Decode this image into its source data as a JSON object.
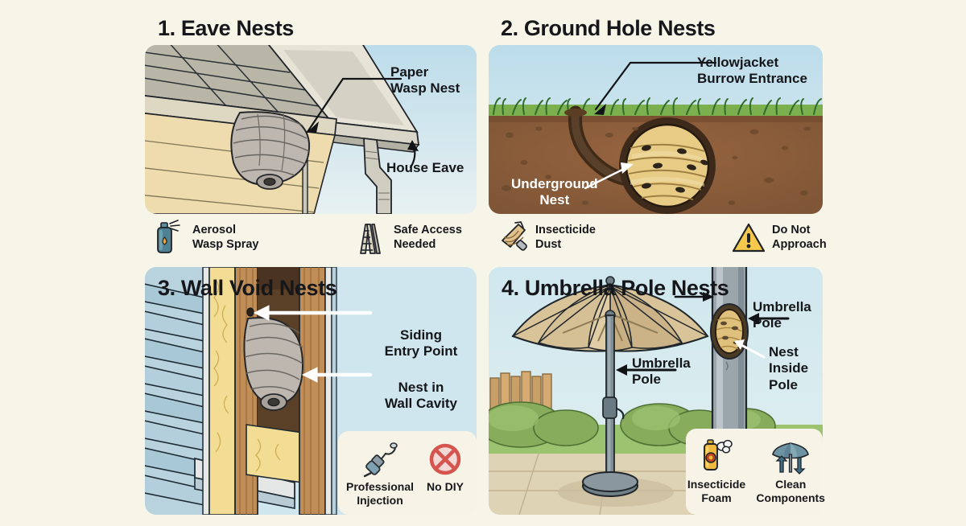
{
  "background_color": "#f7f4e8",
  "panels": [
    {
      "id": "eave-nests",
      "title": "1. Eave Nests",
      "callouts": [
        {
          "name": "paper-wasp-nest",
          "text": "Paper\nWasp Nest"
        },
        {
          "name": "house-eave",
          "text": "House Eave"
        }
      ],
      "footer": [
        {
          "icon": "aerosol-spray-can-icon",
          "label": "Aerosol\nWasp Spray"
        },
        {
          "icon": "step-ladder-icon",
          "label": "Safe Access\nNeeded"
        }
      ]
    },
    {
      "id": "ground-hole-nests",
      "title": "2. Ground Hole Nests",
      "callouts": [
        {
          "name": "yellowjacket-burrow-entrance",
          "text": "Yellowjacket\nBurrow Entrance"
        },
        {
          "name": "underground-nest",
          "text": "Underground\nNest"
        }
      ],
      "footer": [
        {
          "icon": "insecticide-duster-icon",
          "label": "Insecticide\nDust"
        },
        {
          "icon": "warning-triangle-icon",
          "label": "Do Not\nApproach"
        }
      ]
    },
    {
      "id": "wall-void-nests",
      "title": "3. Wall Void Nests",
      "callouts": [
        {
          "name": "siding-entry-point",
          "text": "Siding\nEntry Point"
        },
        {
          "name": "nest-in-wall-cavity",
          "text": "Nest in\nWall Cavity"
        }
      ],
      "footer": [
        {
          "icon": "injection-tool-icon",
          "label": "Professional\nInjection"
        },
        {
          "icon": "no-diy-prohibited-icon",
          "label": "No DIY"
        }
      ]
    },
    {
      "id": "umbrella-pole-nests",
      "title": "4. Umbrella Pole Nests",
      "callouts": [
        {
          "name": "umbrella-pole-detail",
          "text": "Umbrella\nPole"
        },
        {
          "name": "nest-inside-pole",
          "text": "Nest\nInside\nPole"
        },
        {
          "name": "umbrella-pole-main",
          "text": "Umbrella\nPole"
        }
      ],
      "footer": [
        {
          "icon": "insecticide-foam-can-icon",
          "label": "Insecticide\nFoam"
        },
        {
          "icon": "clean-components-umbrella-icon",
          "label": "Clean\nComponents"
        }
      ]
    }
  ],
  "palette": {
    "sky": "#cfe6ee",
    "grass": "#7fb554",
    "soil": "#8a5c3b",
    "soil_dark": "#46301f",
    "nest_paper": "#b8b2ab",
    "nest_comb": "#ecd18b",
    "siding_blue": "#a8c6d4",
    "wood": "#c08b51",
    "insulation": "#f4dd92",
    "canopy": "#d9c197",
    "pole_grey": "#a9adb0",
    "warning_yellow": "#f5c646",
    "prohibit_red": "#d9544d",
    "accent_teal": "#4a7f91",
    "title_color": "#16171b"
  }
}
